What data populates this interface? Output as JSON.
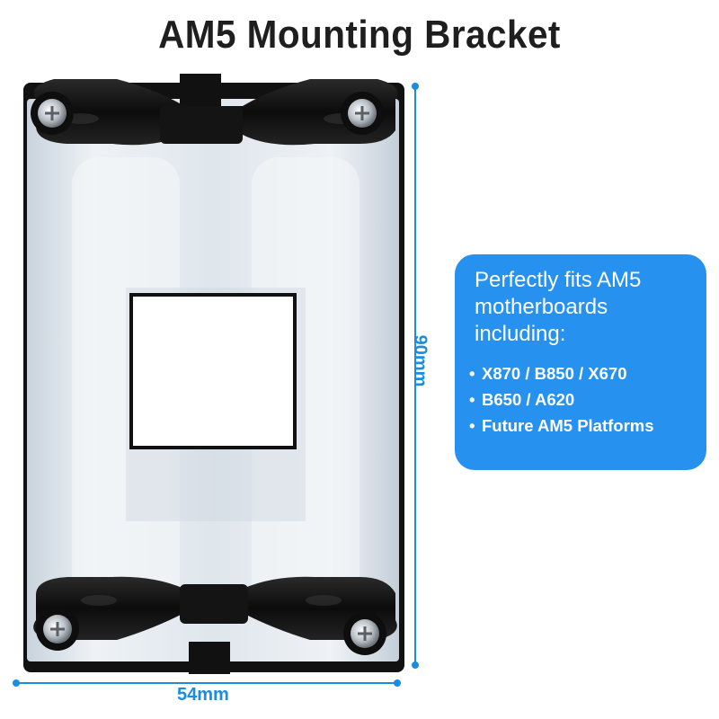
{
  "title": "AM5 Mounting Bracket",
  "dimensions": {
    "width": "54mm",
    "height": "90mm"
  },
  "info_box": {
    "intro": "Perfectly fits AM5 motherboards including:",
    "items": [
      "X870 / B850 / X670",
      "B650 / A620",
      "Future AM5 Platforms"
    ]
  },
  "colors": {
    "accent": "#2791f0",
    "dimension_line": "#1a8de0",
    "title": "#1e1e1e",
    "bracket_frame": "#111111",
    "bracket_plate": "#dde6ee"
  },
  "icons": [
    "bullet-icon",
    "screw-icon"
  ]
}
